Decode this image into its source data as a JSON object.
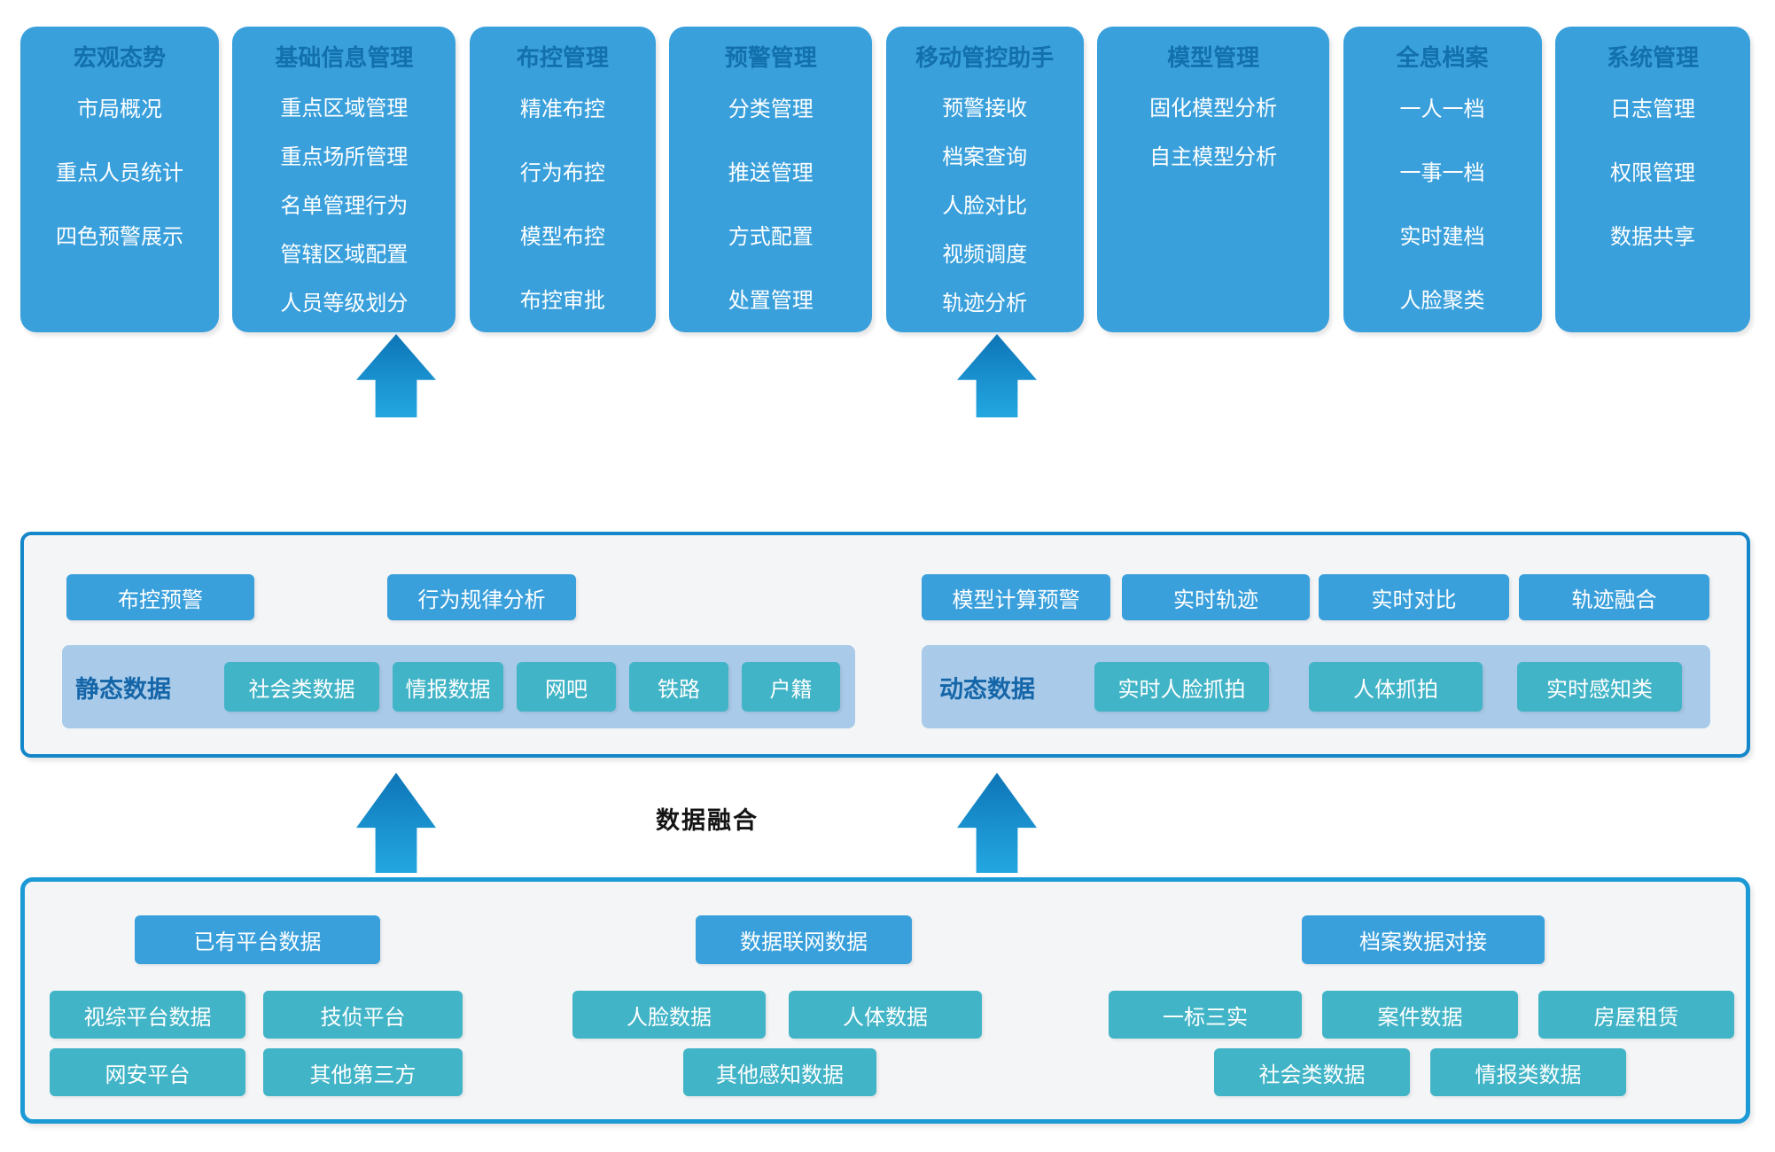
{
  "colors": {
    "card_blue": "#3AA0DC",
    "card_title_text": "#1270AC",
    "item_text": "#FFFFFF",
    "teal_button": "#41B4C7",
    "group_container_blue": "#A9CBE9",
    "group_label_text": "#1566A9",
    "panel_background": "#F4F5F7",
    "middle_panel_border": "#1487CA",
    "bottom_panel_border": "#1B9AD5",
    "arrow_gradient_top": "#0D74B6",
    "arrow_gradient_bottom": "#23A7E0",
    "fusion_text": "#141414"
  },
  "modules": [
    {
      "title": "宏观态势",
      "items": [
        "市局概况",
        "重点人员统计",
        "四色预警展示"
      ]
    },
    {
      "title": "基础信息管理",
      "items": [
        "重点区域管理",
        "重点场所管理",
        "名单管理行为",
        "管辖区域配置",
        "人员等级划分"
      ]
    },
    {
      "title": "布控管理",
      "items": [
        "精准布控",
        "行为布控",
        "模型布控",
        "布控审批"
      ]
    },
    {
      "title": "预警管理",
      "items": [
        "分类管理",
        "推送管理",
        "方式配置",
        "处置管理"
      ]
    },
    {
      "title": "移动管控助手",
      "items": [
        "预警接收",
        "档案查询",
        "人脸对比",
        "视频调度",
        "轨迹分析"
      ]
    },
    {
      "title": "模型管理",
      "items": [
        "固化模型分析",
        "自主模型分析"
      ]
    },
    {
      "title": "全息档案",
      "items": [
        "一人一档",
        "一事一档",
        "实时建档",
        "人脸聚类"
      ]
    },
    {
      "title": "系统管理",
      "items": [
        "日志管理",
        "权限管理",
        "数据共享"
      ]
    }
  ],
  "analysis_layer": {
    "buttons": [
      "布控预警",
      "行为规律分析",
      "模型计算预警",
      "实时轨迹",
      "实时对比",
      "轨迹融合"
    ],
    "static_group": {
      "label": "静态数据",
      "items": [
        "社会类数据",
        "情报数据",
        "网吧",
        "铁路",
        "户籍"
      ]
    },
    "dynamic_group": {
      "label": "动态数据",
      "items": [
        "实时人脸抓拍",
        "人体抓拍",
        "实时感知类"
      ]
    }
  },
  "fusion_label": "数据融合",
  "data_layer": {
    "platform_group": {
      "header": "已有平台数据",
      "items": [
        "视综平台数据",
        "技侦平台",
        "网安平台",
        "其他第三方"
      ]
    },
    "network_group": {
      "header": "数据联网数据",
      "items": [
        "人脸数据",
        "人体数据",
        "其他感知数据"
      ]
    },
    "archive_group": {
      "header": "档案数据对接",
      "items": [
        "一标三实",
        "案件数据",
        "房屋租赁",
        "社会类数据",
        "情报类数据"
      ]
    }
  }
}
